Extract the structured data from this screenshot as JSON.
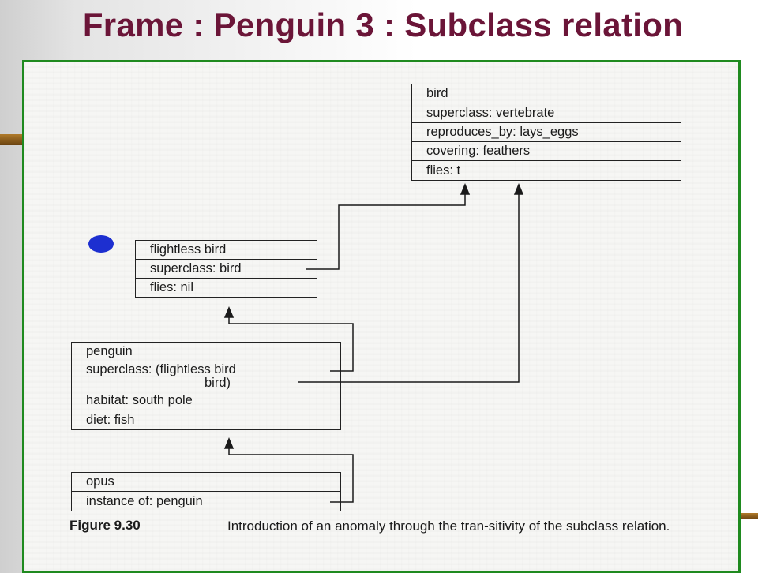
{
  "slide": {
    "title": "Frame : Penguin 3 : Subclass relation"
  },
  "colors": {
    "title": "#6b1538",
    "frame_border": "#1f8a1f",
    "bullet": "#1d2fd0"
  },
  "frames": {
    "bird": {
      "slots": [
        {
          "label": "bird"
        },
        {
          "label": "superclass: vertebrate"
        },
        {
          "label": "reproduces_by: lays_eggs"
        },
        {
          "label": "covering: feathers"
        },
        {
          "label": "flies: t"
        }
      ]
    },
    "flightless_bird": {
      "slots": [
        {
          "label": "flightless bird"
        },
        {
          "label": "superclass: bird"
        },
        {
          "label": "flies: nil"
        }
      ]
    },
    "penguin": {
      "slots": [
        {
          "label": "penguin"
        },
        {
          "label": "superclass: (flightless bird",
          "label2": "bird)"
        },
        {
          "label": "habitat: south pole"
        },
        {
          "label": "diet: fish"
        }
      ]
    },
    "opus": {
      "slots": [
        {
          "label": "opus"
        },
        {
          "label": "instance of: penguin"
        }
      ]
    }
  },
  "caption": {
    "figure_label": "Figure 9.30",
    "text": "Introduction of an anomaly through the tran-sitivity of the subclass relation."
  }
}
